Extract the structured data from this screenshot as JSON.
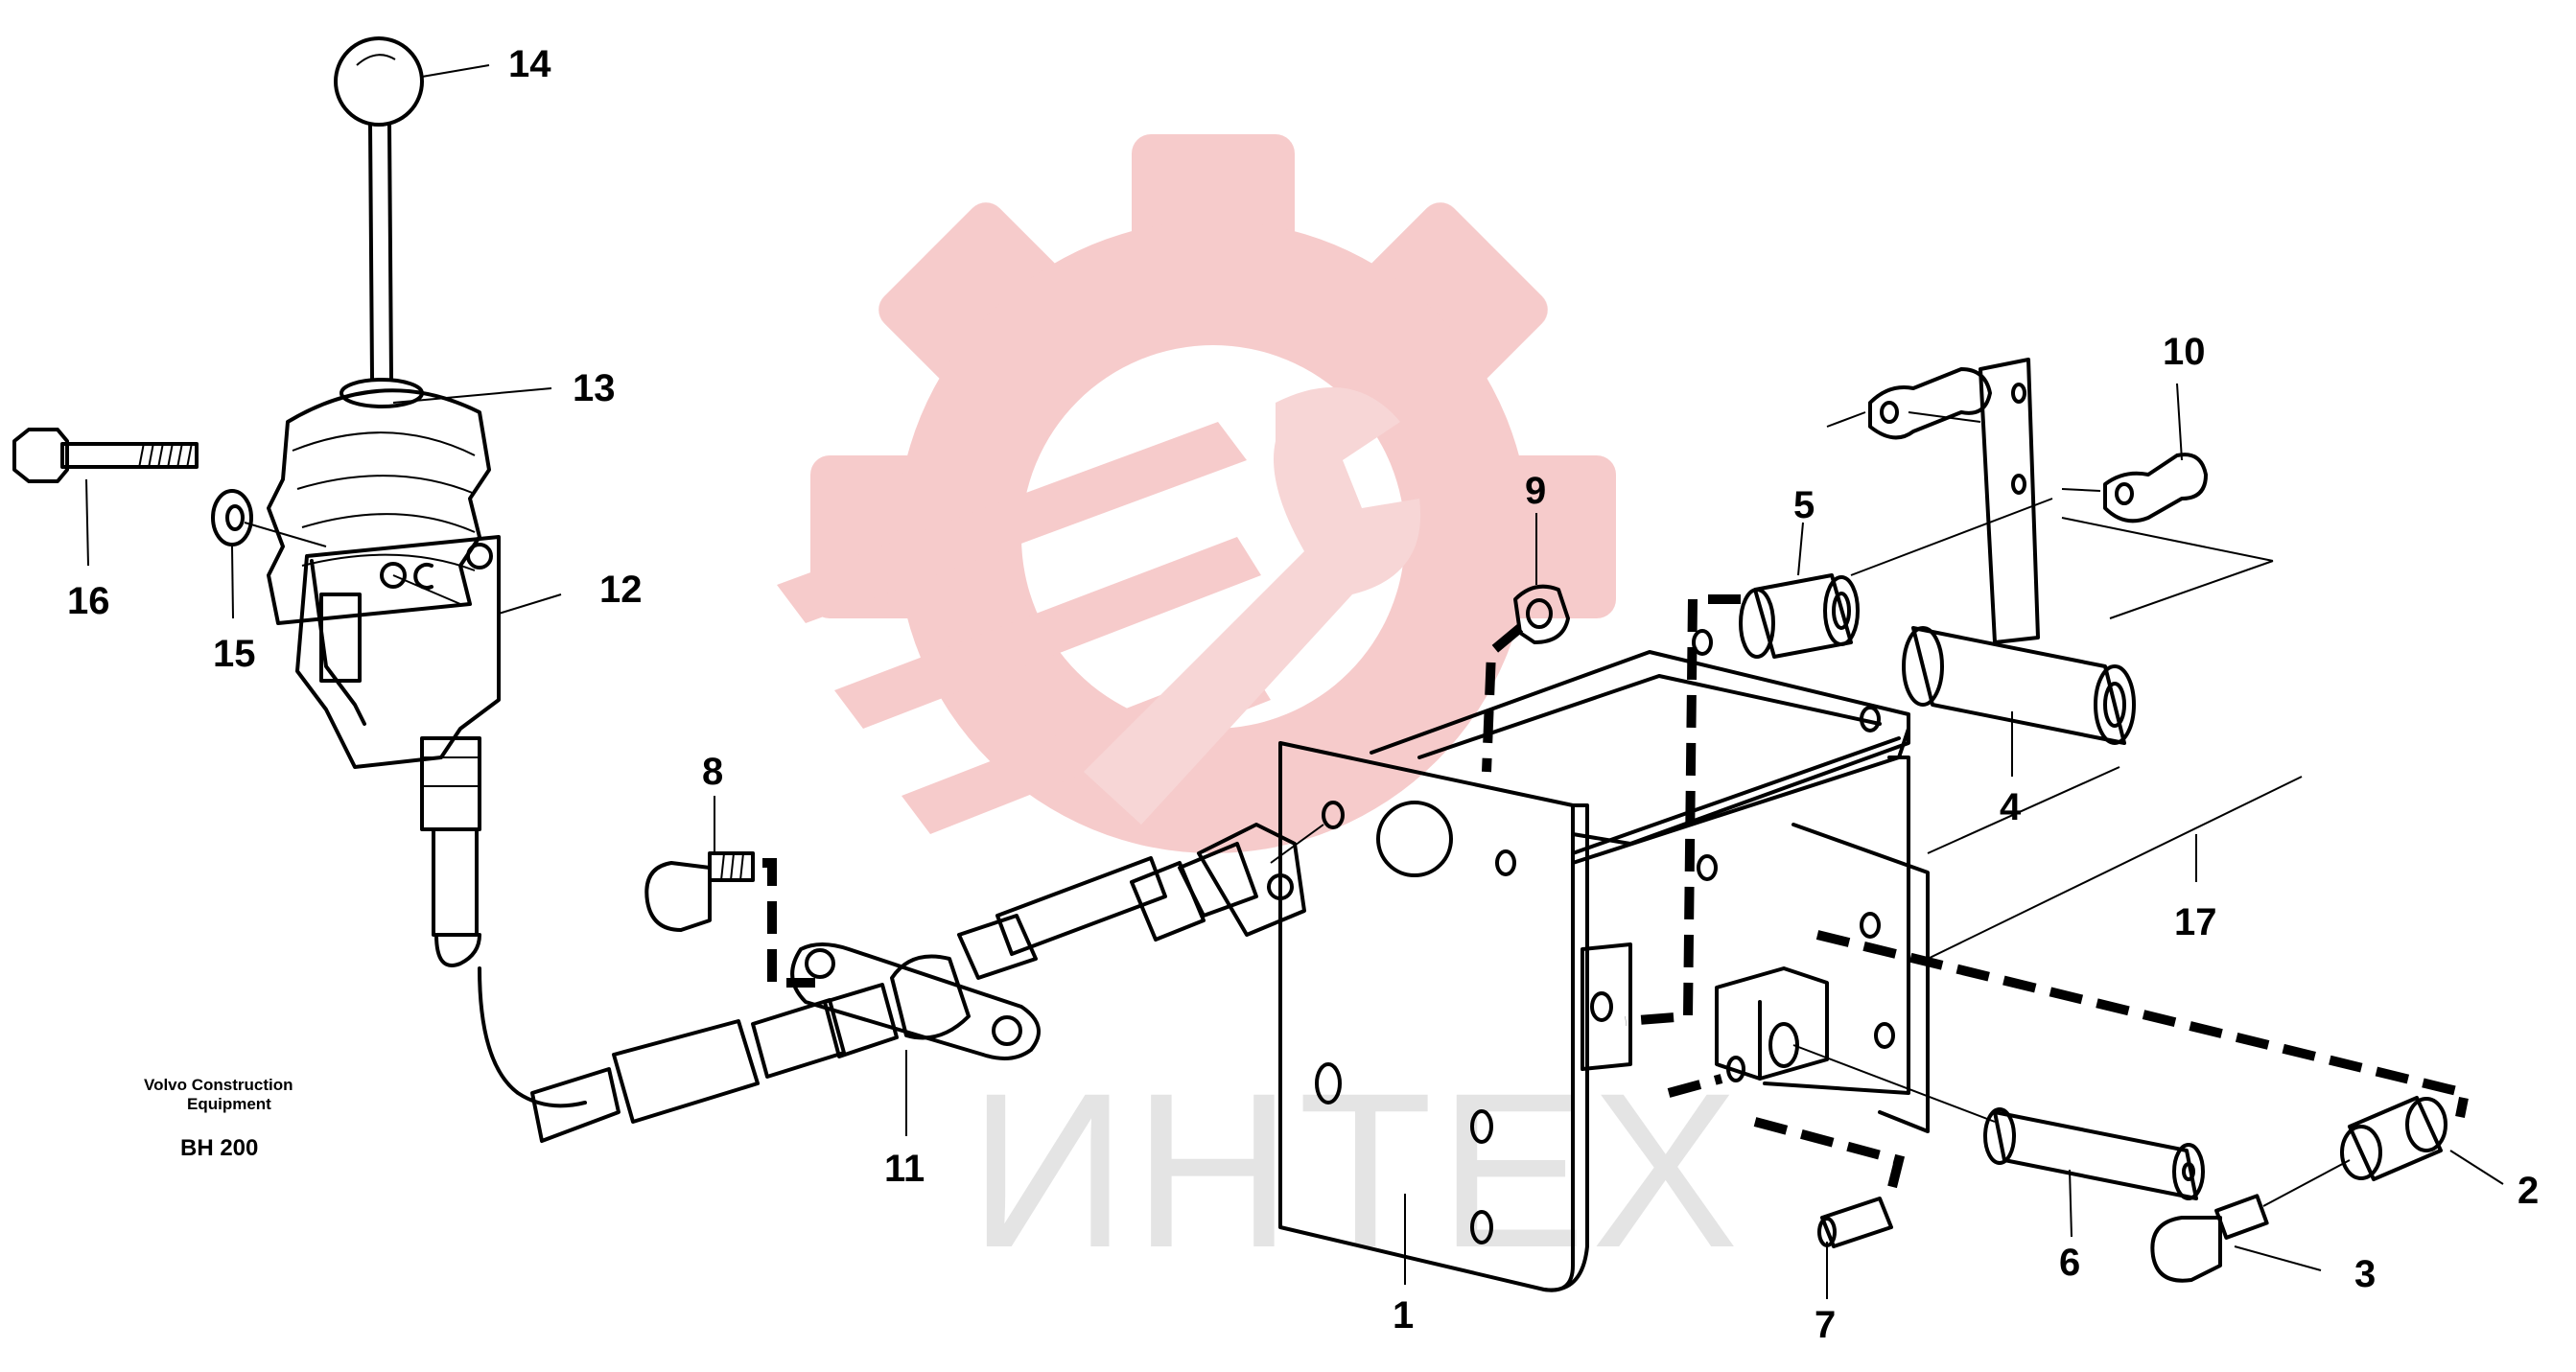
{
  "watermark": {
    "text": "ИНТЕХ",
    "gear_color": "#f5c6c6",
    "text_color": "#e4e4e4"
  },
  "caption": {
    "line1": "Volvo Construction",
    "line2": "Equipment",
    "model": "BH 200"
  },
  "labels": {
    "p1": "1",
    "p2": "2",
    "p3": "3",
    "p4": "4",
    "p5": "5",
    "p6": "6",
    "p7": "7",
    "p8": "8",
    "p9": "9",
    "p10": "10",
    "p11": "11",
    "p12": "12",
    "p13": "13",
    "p14": "14",
    "p15": "15",
    "p16": "16",
    "p17": "17"
  }
}
